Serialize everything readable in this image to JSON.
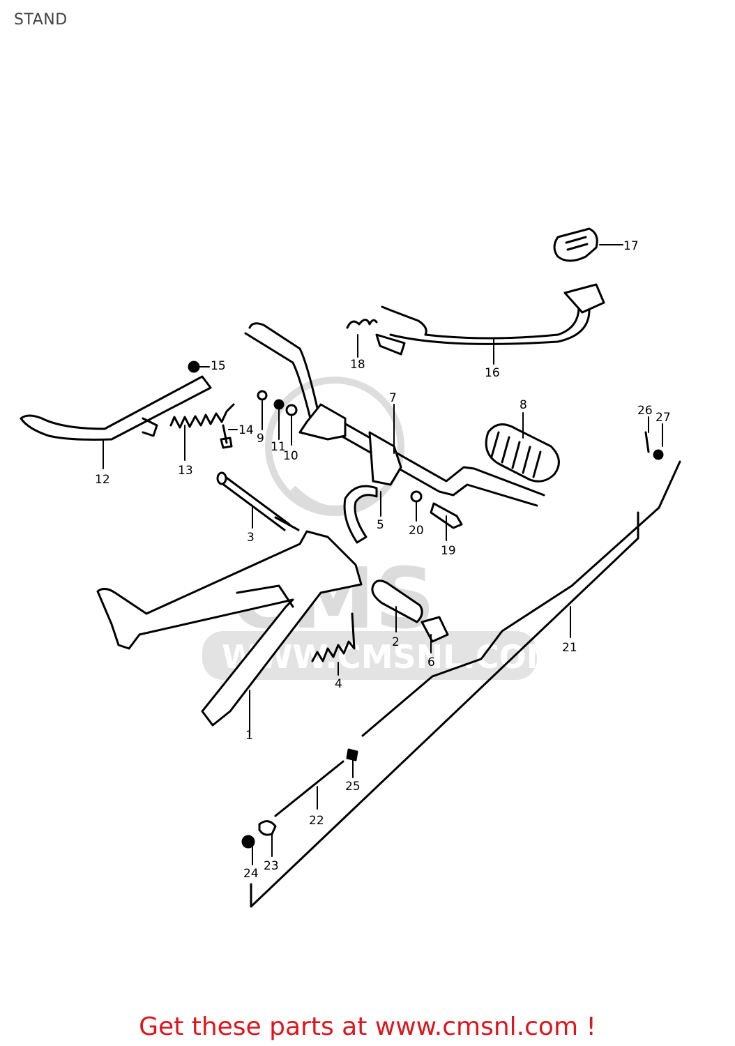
{
  "page": {
    "title": "STAND"
  },
  "watermark": {
    "brand": "CMS",
    "url": "WWW.CMSNL.COM",
    "color": "#d6d6d6"
  },
  "footer": {
    "text": "Get these parts at www.cmsnl.com !",
    "color": "#e0141b"
  },
  "callouts": [
    "1",
    "2",
    "3",
    "4",
    "5",
    "6",
    "7",
    "8",
    "9",
    "10",
    "11",
    "12",
    "13",
    "14",
    "15",
    "16",
    "17",
    "18",
    "19",
    "20",
    "21",
    "22",
    "23",
    "24",
    "25",
    "26",
    "27"
  ]
}
